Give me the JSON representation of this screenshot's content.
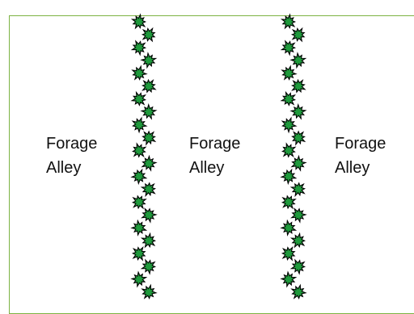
{
  "alleys": [
    {
      "label": "Forage\nAlley"
    },
    {
      "label": "Forage\nAlley"
    },
    {
      "label": "Forage\nAlley"
    }
  ],
  "tree_rows": {
    "count": 2,
    "trees_per_row": 22,
    "fill_color": "#1f9a3c",
    "outline_color": "#000000",
    "icon": "tree-star-icon"
  },
  "colors": {
    "frame": "#7cb342",
    "text": "#111111",
    "background": "#ffffff"
  }
}
